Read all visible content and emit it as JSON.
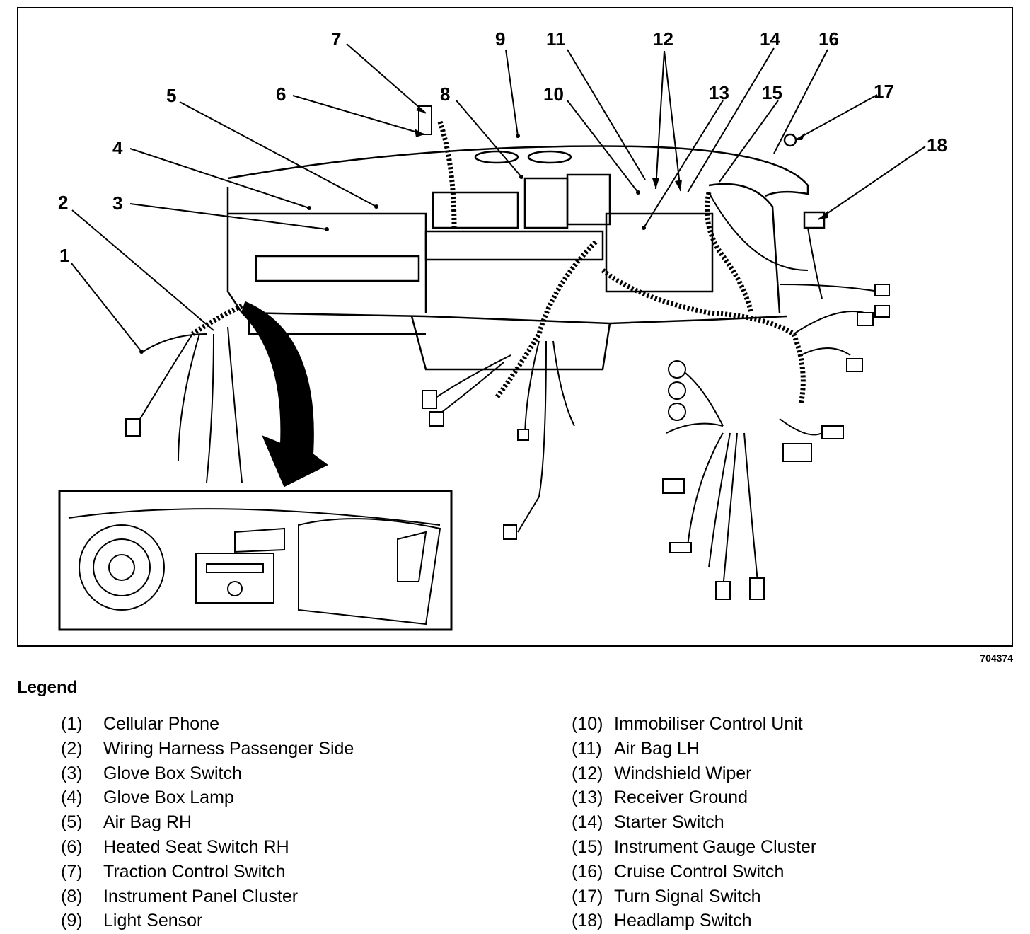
{
  "callouts": [
    "1",
    "2",
    "3",
    "4",
    "5",
    "6",
    "7",
    "8",
    "9",
    "10",
    "11",
    "12",
    "13",
    "14",
    "15",
    "16",
    "17",
    "18"
  ],
  "figure_id": "704374",
  "legend": {
    "title": "Legend",
    "items": [
      {
        "num": "(1)",
        "label": "Cellular Phone"
      },
      {
        "num": "(2)",
        "label": "Wiring Harness Passenger Side"
      },
      {
        "num": "(3)",
        "label": "Glove Box Switch"
      },
      {
        "num": "(4)",
        "label": "Glove Box Lamp"
      },
      {
        "num": "(5)",
        "label": "Air Bag RH"
      },
      {
        "num": "(6)",
        "label": "Heated Seat Switch RH"
      },
      {
        "num": "(7)",
        "label": "Traction Control Switch"
      },
      {
        "num": "(8)",
        "label": "Instrument Panel Cluster"
      },
      {
        "num": "(9)",
        "label": "Light Sensor"
      },
      {
        "num": "(10)",
        "label": "Immobiliser Control Unit"
      },
      {
        "num": "(11)",
        "label": "Air Bag LH"
      },
      {
        "num": "(12)",
        "label": "Windshield Wiper"
      },
      {
        "num": "(13)",
        "label": "Receiver Ground"
      },
      {
        "num": "(14)",
        "label": "Starter Switch"
      },
      {
        "num": "(15)",
        "label": "Instrument Gauge Cluster"
      },
      {
        "num": "(16)",
        "label": "Cruise Control Switch"
      },
      {
        "num": "(17)",
        "label": "Turn Signal Switch"
      },
      {
        "num": "(18)",
        "label": "Headlamp Switch"
      }
    ]
  }
}
